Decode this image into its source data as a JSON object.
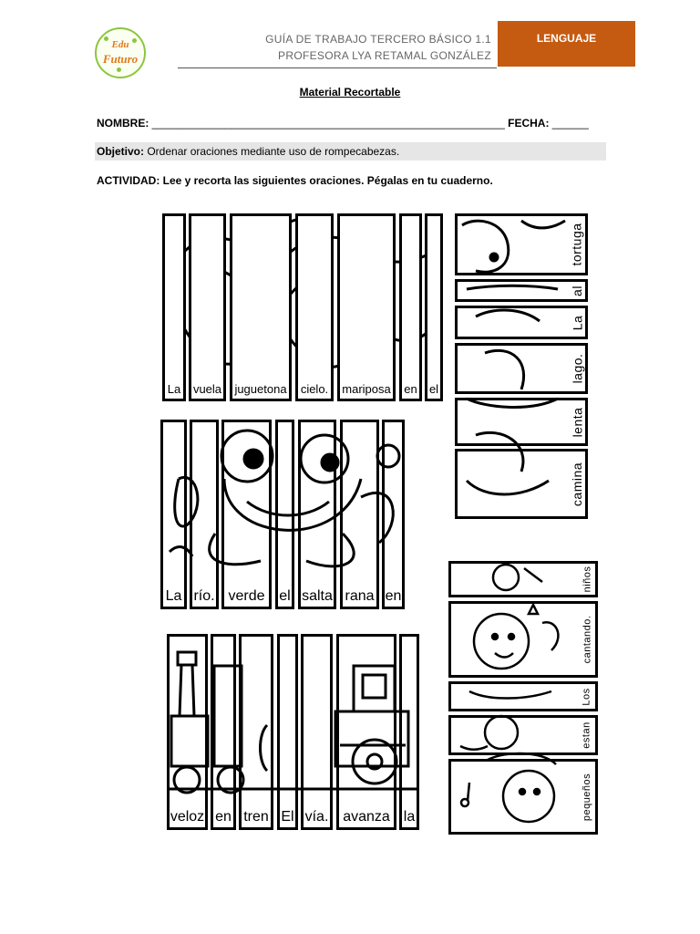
{
  "header": {
    "logo_line1": "Edu",
    "logo_line2": "Futuro",
    "line1": "GUÍA DE TRABAJO TERCERO BÁSICO 1.1",
    "line2": "PROFESORA LYA RETAMAL GONZÁLEZ",
    "subject": "LENGUAJE"
  },
  "title": "Material Recortable",
  "form": {
    "nombre_label": "NOMBRE:",
    "nombre_blank": "__________________________________________________________",
    "fecha_label": "FECHA:",
    "fecha_blank": "______"
  },
  "objective": {
    "label": "Objetivo:",
    "text": " Ordenar oraciones mediante uso de rompecabezas."
  },
  "activity": {
    "label": "ACTIVIDAD:",
    "text": " Lee y recorta las siguientes oraciones. Pégalas en tu cuaderno."
  },
  "puzzles": {
    "butterfly": [
      "La",
      "vuela",
      "juguetona",
      "cielo.",
      "mariposa",
      "en",
      "el"
    ],
    "frog": [
      "La",
      "río.",
      "verde",
      "el",
      "salta",
      "rana",
      "en"
    ],
    "train": [
      "veloz",
      "en",
      "tren",
      "El",
      "vía.",
      "avanza",
      "la"
    ],
    "turtle": [
      "tortuga",
      "al",
      "La",
      "lago.",
      "lenta",
      "camina"
    ],
    "kids": [
      "niños",
      "cantando.",
      "Los",
      "estan",
      "pequeños"
    ]
  }
}
